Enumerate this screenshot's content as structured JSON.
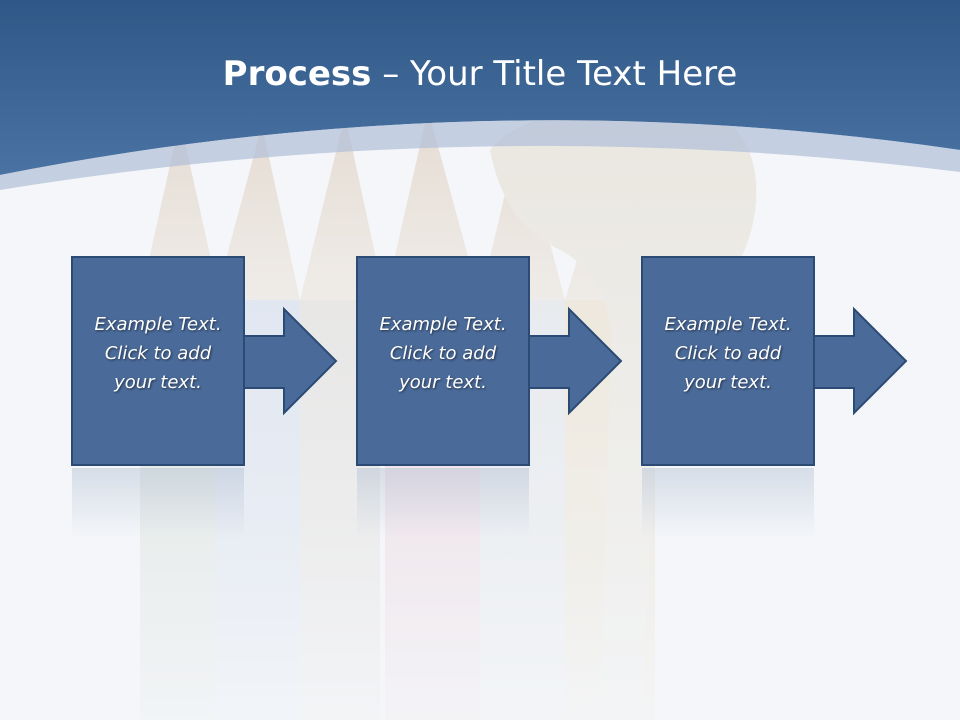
{
  "slide": {
    "title_bold": "Process",
    "title_dash": " – ",
    "title_rest": "Your Title Text Here",
    "steps": [
      {
        "line1": "Example Text.",
        "line2": "Click  to add",
        "line3": "your text."
      },
      {
        "line1": "Example Text.",
        "line2": "Click  to add",
        "line3": "your text."
      },
      {
        "line1": "Example Text.",
        "line2": "Click  to add",
        "line3": "your text."
      }
    ]
  },
  "colors": {
    "header_band": "#3e6796",
    "shape_fill": "#4a6a99",
    "shape_border": "#2b4a74",
    "background": "#f4f6f9"
  }
}
